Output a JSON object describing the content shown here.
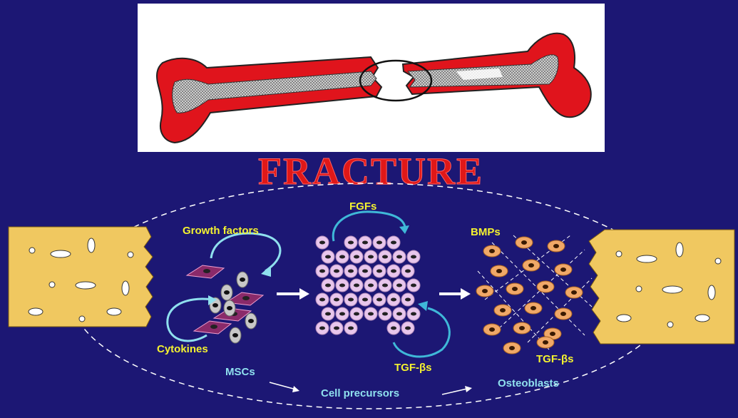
{
  "title": "FRACTURE",
  "labels": {
    "growth_factors": "Growth factors",
    "cytokines": "Cytokines",
    "fgfs": "FGFs",
    "tgf_betas_center": "TGF-βs",
    "bmps": "BMPs",
    "tgf_betas_right": "TGF-βs",
    "mscs": "MSCs",
    "cell_precursors": "Cell precursors",
    "osteoblasts": "Osteoblasts"
  },
  "colors": {
    "background": "#1c1774",
    "bone_red": "#e0141c",
    "bone_tissue": "#f0c860",
    "label_yellow": "#f4f230",
    "label_cyan": "#8fe0ee",
    "precursor_cell": "#e8c6ec",
    "osteoblast_cell": "#f0a868",
    "title_red": "#e01818"
  }
}
